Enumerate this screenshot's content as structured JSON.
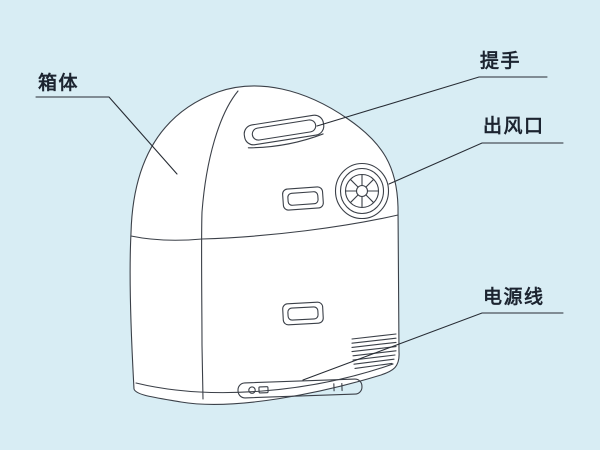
{
  "diagram": {
    "background_color": "#d8edf4",
    "line_color": "#3b4048",
    "label_color": "#1c2430",
    "device_fill": "#ffffff"
  },
  "labels": {
    "body": "箱体",
    "handle": "提手",
    "air_outlet": "出风口",
    "power_cord": "电源线"
  }
}
